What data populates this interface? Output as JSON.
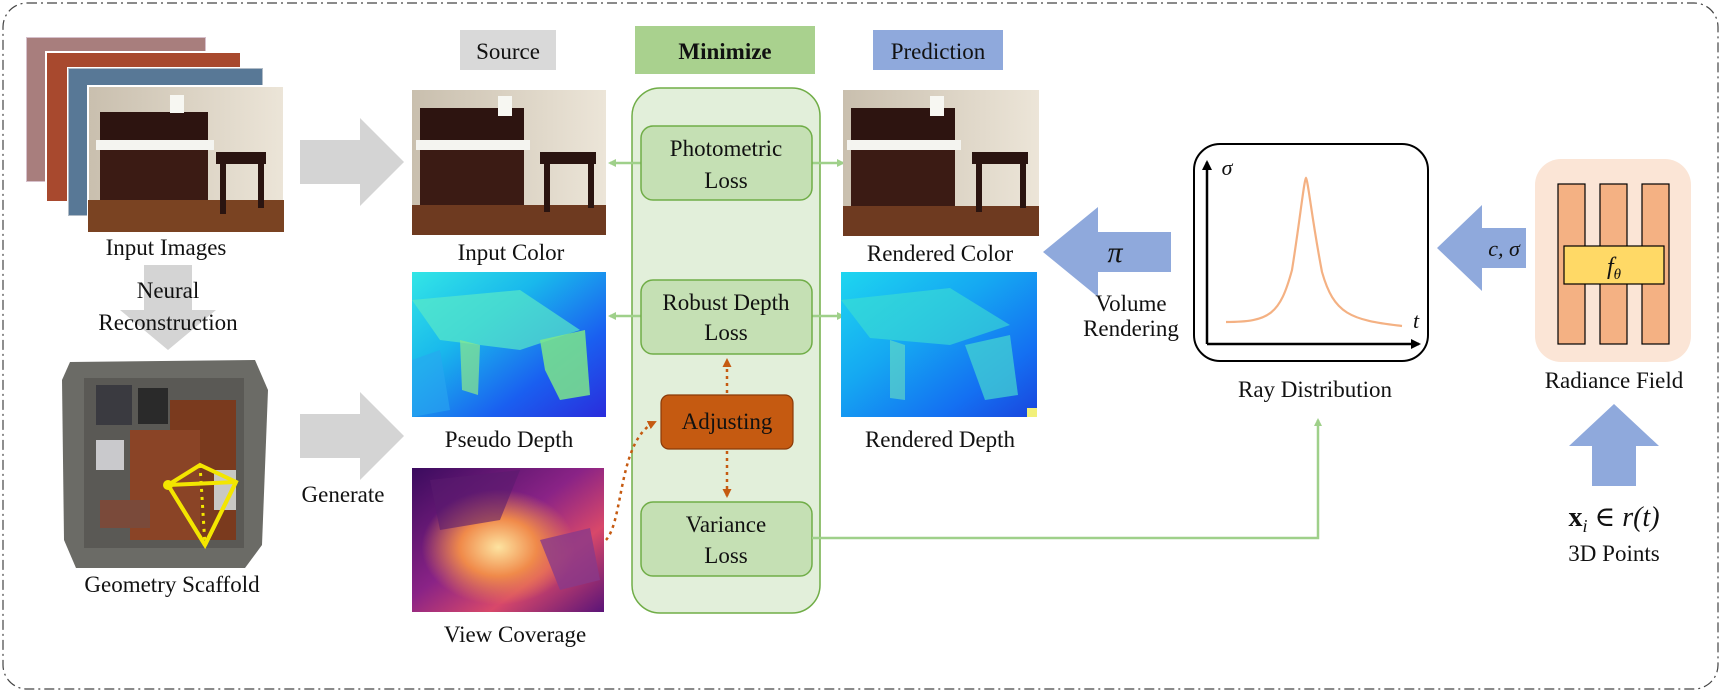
{
  "inputs": {
    "input_images": "Input Images",
    "neural_reconstruction_1": "Neural",
    "neural_reconstruction_2": "Reconstruction",
    "geometry_scaffold": "Geometry Scaffold",
    "generate": "Generate"
  },
  "headers": {
    "source": "Source",
    "minimize": "Minimize",
    "prediction": "Prediction"
  },
  "source_panels": {
    "input_color": "Input Color",
    "pseudo_depth": "Pseudo Depth",
    "view_coverage": "View Coverage"
  },
  "losses": {
    "photometric_1": "Photometric",
    "photometric_2": "Loss",
    "robust_depth_1": "Robust Depth",
    "robust_depth_2": "Loss",
    "adjusting": "Adjusting",
    "variance_1": "Variance",
    "variance_2": "Loss"
  },
  "prediction_panels": {
    "rendered_color": "Rendered Color",
    "rendered_depth": "Rendered Depth"
  },
  "rendering": {
    "pi_symbol": "π",
    "volume_rendering_1": "Volume",
    "volume_rendering_2": "Rendering",
    "ray_distribution": "Ray Distribution",
    "sigma_axis": "σ",
    "t_axis": "t",
    "c_sigma": "c, σ",
    "radiance_field": "Radiance Field",
    "f_theta_f": "f",
    "f_theta_sub": "θ",
    "points_x": "x",
    "points_i": "i",
    "points_rest": " ∈ r(t)",
    "points_caption": "3D Points"
  },
  "colors": {
    "gray_arrow": "#d4d4d4",
    "blue_arrow": "#8fa9dc",
    "green_panel": "#e2efda",
    "green_box": "#c5e0b4",
    "green_border": "#70ad47",
    "green_header": "#a9d18e",
    "source_header": "#d9d9d9",
    "prediction_header": "#8fa9dc",
    "adjust_box": "#c55a11",
    "curve": "#f4b183",
    "radiance_bg": "#fbe5d6",
    "radiance_bar": "#f4b183",
    "f_box": "#ffd966"
  }
}
